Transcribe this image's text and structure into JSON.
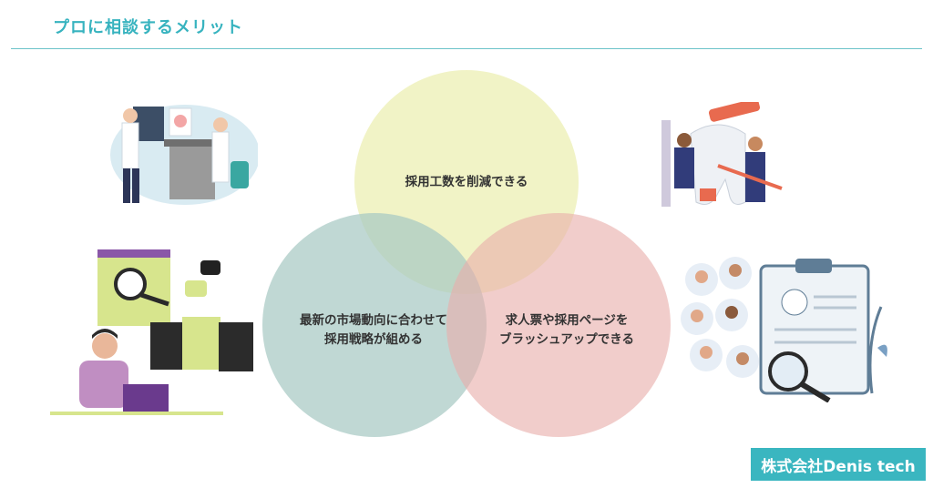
{
  "header": {
    "title": "プロに相談するメリット"
  },
  "venn": {
    "top": "採用工数を削減できる",
    "left_line1": "最新の市場動向に合わせて",
    "left_line2": "採用戦略が組める",
    "right_line1": "求人票や採用ページを",
    "right_line2": "ブラッシュアップできる"
  },
  "footer": {
    "brand": "株式会社Denis tech"
  },
  "colors": {
    "accent": "#37b3bf",
    "circle_top": "#eef0b8",
    "circle_left": "#a7c9c4",
    "circle_right": "#e8aeab"
  }
}
